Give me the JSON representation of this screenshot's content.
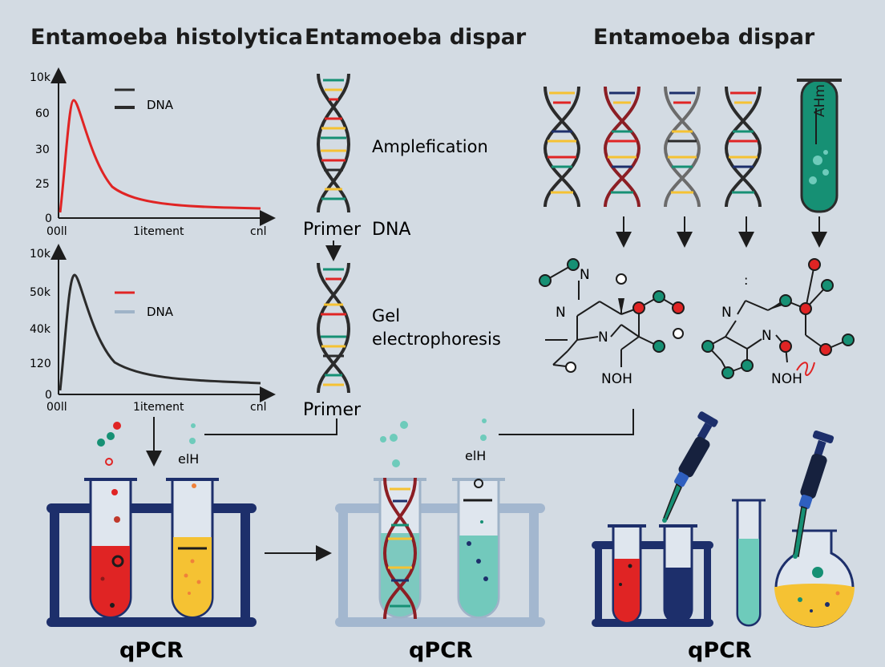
{
  "titles": {
    "left": "Entamoeba histolytica",
    "middle": "Entamoeba dispar",
    "right": "Entamoeba dispar"
  },
  "chart_top": {
    "y_ticks": [
      "10k",
      "60",
      "30",
      "25",
      "0"
    ],
    "x_ticks": [
      "00ll",
      "1itement",
      "cnl"
    ],
    "legend_label": "DNA",
    "line_color": "#e02424"
  },
  "chart_bottom": {
    "y_ticks": [
      "10k",
      "50k",
      "40k",
      "120",
      "0"
    ],
    "x_ticks": [
      "00ll",
      "1itement",
      "cnl"
    ],
    "legend_label": "DNA",
    "line_color": "#2b2b2b"
  },
  "process": {
    "amplification": "Amplefication",
    "primer_dna": "Primer  DNA",
    "gel_line1": "Gel",
    "gel_line2": "electrophoresis",
    "primer": "Primer"
  },
  "labels": {
    "tube_label_1": "elH",
    "tube_label_2": "elH",
    "tube_text": "AHm",
    "nh_left": "N",
    "nh_left2": "N",
    "nh_left3": "N",
    "noh_left": "NOH",
    "nh_right": "N",
    "nh_right2": "N",
    "noh_right": "NOH"
  },
  "captions": {
    "left": "qPCR",
    "middle": "qPCR",
    "right": "qPCR"
  },
  "colors": {
    "navy": "#1d2f6b",
    "red": "#e02424",
    "yellow": "#f5c233",
    "teal": "#169074",
    "light_teal": "#6ecbbb",
    "rack_light": "#a3b7cf"
  }
}
